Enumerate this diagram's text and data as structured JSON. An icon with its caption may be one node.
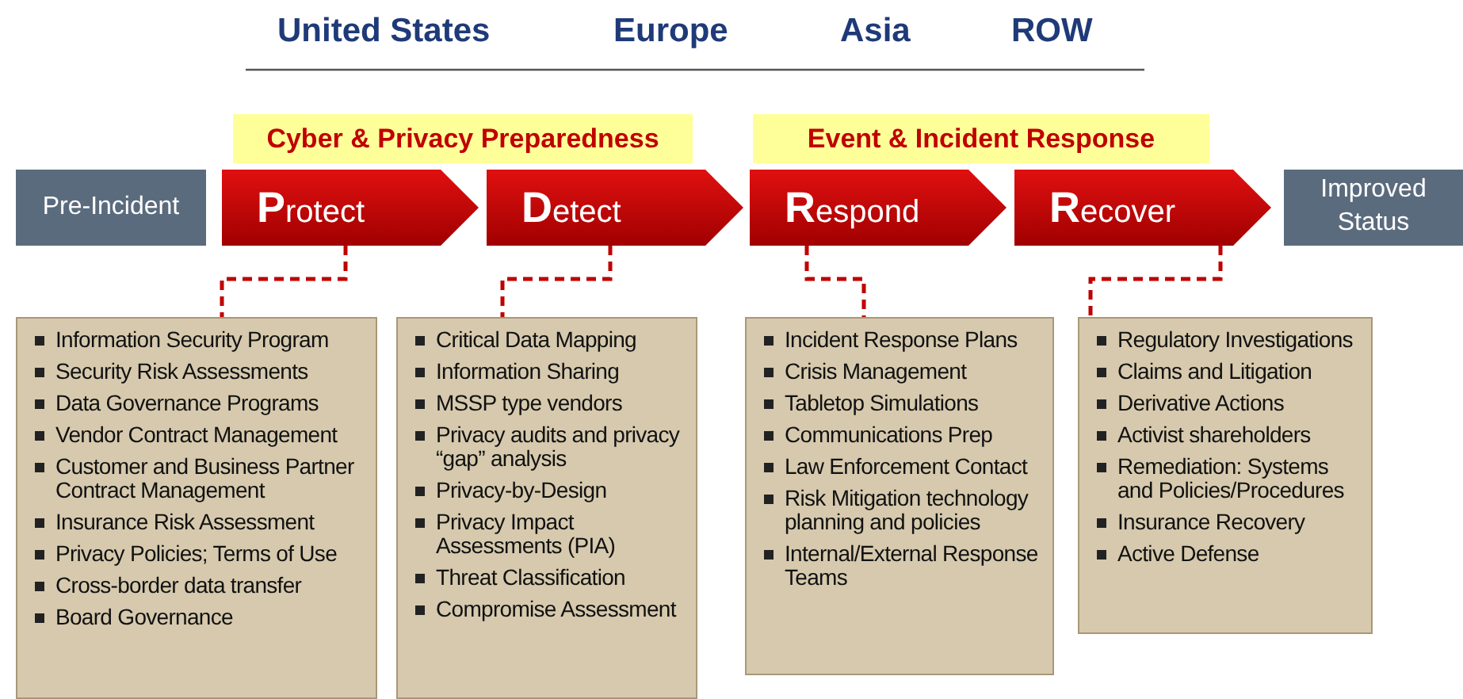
{
  "diagram": {
    "nodes": [
      {
        "text": [
          "Cyber & Privacy Preparedness"
        ]
      },
      {
        "text": [
          "Event & Incident Response"
        ]
      },
      {
        "text": [
          "Pre-Incident"
        ]
      },
      {
        "text": [
          "Protect"
        ]
      },
      {
        "text": [
          "Detect"
        ]
      },
      {
        "text": [
          "Respond"
        ]
      },
      {
        "text": [
          "Recover"
        ]
      },
      {
        "text": [
          "Improved Status"
        ]
      },
      {
        "text": [
          "Information Security Program",
          "Security Risk Assessments",
          "Data Governance Programs",
          "Vendor Contract Management",
          "Customer and Business Partner Contract Management",
          "Insurance Risk Assessment",
          "Privacy Policies; Terms of Use",
          "Cross-border data transfer",
          "Board Governance"
        ]
      },
      {
        "text": [
          "Critical Data Mapping",
          "Information Sharing",
          "MSSP type vendors",
          "Privacy audits and privacy “gap” analysis",
          "Privacy-by-Design",
          "Privacy Impact Assessments (PIA)",
          "Threat Classification",
          "Compromise Assessment"
        ]
      },
      {
        "text": [
          "Incident Response Plans",
          "Crisis Management",
          "Tabletop Simulations",
          "Communications Prep",
          "Law Enforcement Contact",
          "Risk Mitigation technology planning and policies",
          "Internal/External Response Teams"
        ]
      },
      {
        "text": [
          "Regulatory Investigations",
          "Claims and Litigation",
          "Derivative Actions",
          "Activist shareholders",
          "Remediation: Systems and Policies/Procedures",
          "Insurance Recovery",
          "Active Defense"
        ]
      }
    ],
    "edges": [
      {
        "from": 3,
        "to": 8,
        "arrow": "none",
        "style": "dashed"
      },
      {
        "from": 4,
        "to": 9,
        "arrow": "none",
        "style": "dashed"
      },
      {
        "from": 5,
        "to": 10,
        "arrow": "none",
        "style": "dashed"
      },
      {
        "from": 6,
        "to": 11,
        "arrow": "none",
        "style": "dashed"
      }
    ],
    "labels": [
      "United States",
      "Europe",
      "Asia",
      "ROW"
    ]
  }
}
